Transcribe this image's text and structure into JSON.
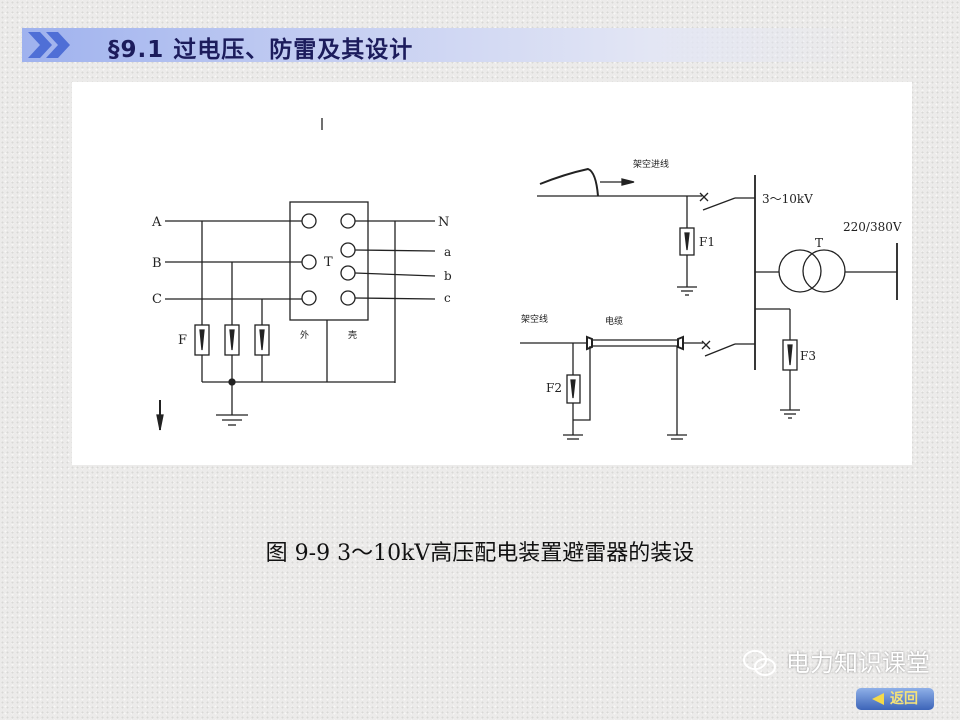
{
  "header": {
    "title": "§9.1 过电压、防雷及其设计",
    "chevron_icon": "double-chevron-right-icon",
    "band_color": "#9fb2ee",
    "title_color": "#1c1c5c"
  },
  "diagram_left": {
    "phases": [
      "A",
      "B",
      "C"
    ],
    "outputs": [
      "N",
      "a",
      "b",
      "c"
    ],
    "transformer_label": "T",
    "arrester_label": "F",
    "casing_labels": [
      "外",
      "壳"
    ]
  },
  "diagram_right": {
    "overhead_incoming": "架空进线",
    "bus_voltage": "3～10kV",
    "lv_voltage": "220/380V",
    "transformer_label": "T",
    "arresters": [
      "F1",
      "F2",
      "F3"
    ],
    "overhead_line": "架空线",
    "cable": "电缆"
  },
  "caption": "图 9-9  3～10kV高压配电装置避雷器的装设",
  "watermark": {
    "text": "电力知识课堂",
    "icon": "wechat-icon"
  },
  "back_button": {
    "label": "返回",
    "icon": "arrow-left-icon"
  }
}
